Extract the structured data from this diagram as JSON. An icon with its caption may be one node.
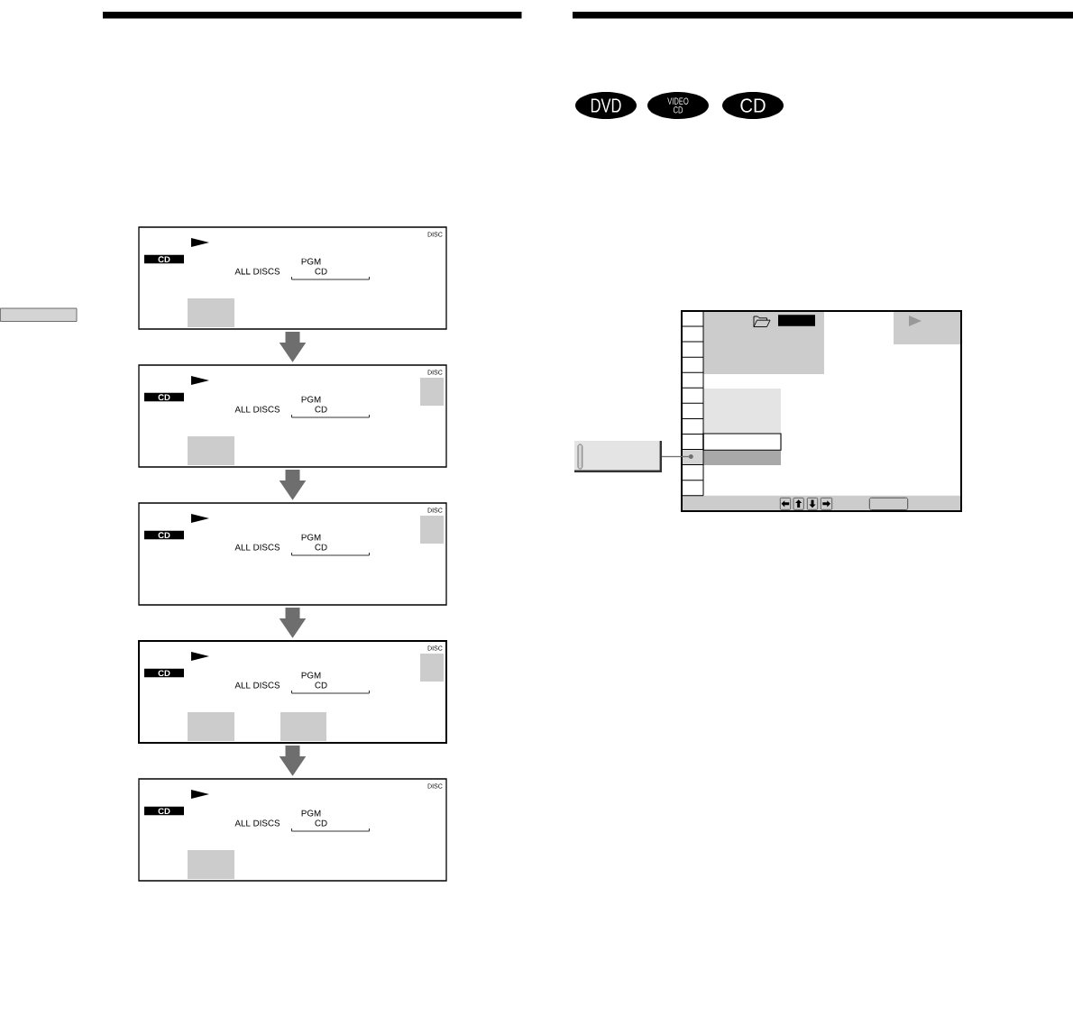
{
  "diagram": {
    "nodes": [
      {
        "text": [
          "DISC",
          "CD",
          "PGM",
          "ALL DISCS",
          "CD"
        ]
      },
      {
        "text": [
          "DISC",
          "CD",
          "PGM",
          "ALL DISCS",
          "CD"
        ]
      },
      {
        "text": [
          "DISC",
          "CD",
          "PGM",
          "ALL DISCS",
          "CD"
        ]
      },
      {
        "text": [
          "DISC",
          "CD",
          "PGM",
          "ALL DISCS",
          "CD"
        ]
      },
      {
        "text": [
          "DISC",
          "CD",
          "PGM",
          "ALL DISCS",
          "CD"
        ]
      },
      {
        "text": [
          "DVD"
        ]
      },
      {
        "text": [
          "VIDEO CD"
        ]
      },
      {
        "text": [
          "CD"
        ]
      },
      {
        "text": [],
        "shape": "box"
      },
      {
        "text": [],
        "shape": "box"
      },
      {
        "text": [],
        "shape": "circle",
        "in": 9
      },
      {
        "text": [],
        "shape": "box"
      }
    ],
    "edges": [
      {
        "from": 0,
        "to": 1,
        "arrow": "to"
      },
      {
        "from": 1,
        "to": 2,
        "arrow": "to"
      },
      {
        "from": 2,
        "to": 3,
        "arrow": "to"
      },
      {
        "from": 3,
        "to": 4,
        "arrow": "to"
      },
      {
        "from": 8,
        "to": 10,
        "arrow": "none"
      }
    ]
  }
}
